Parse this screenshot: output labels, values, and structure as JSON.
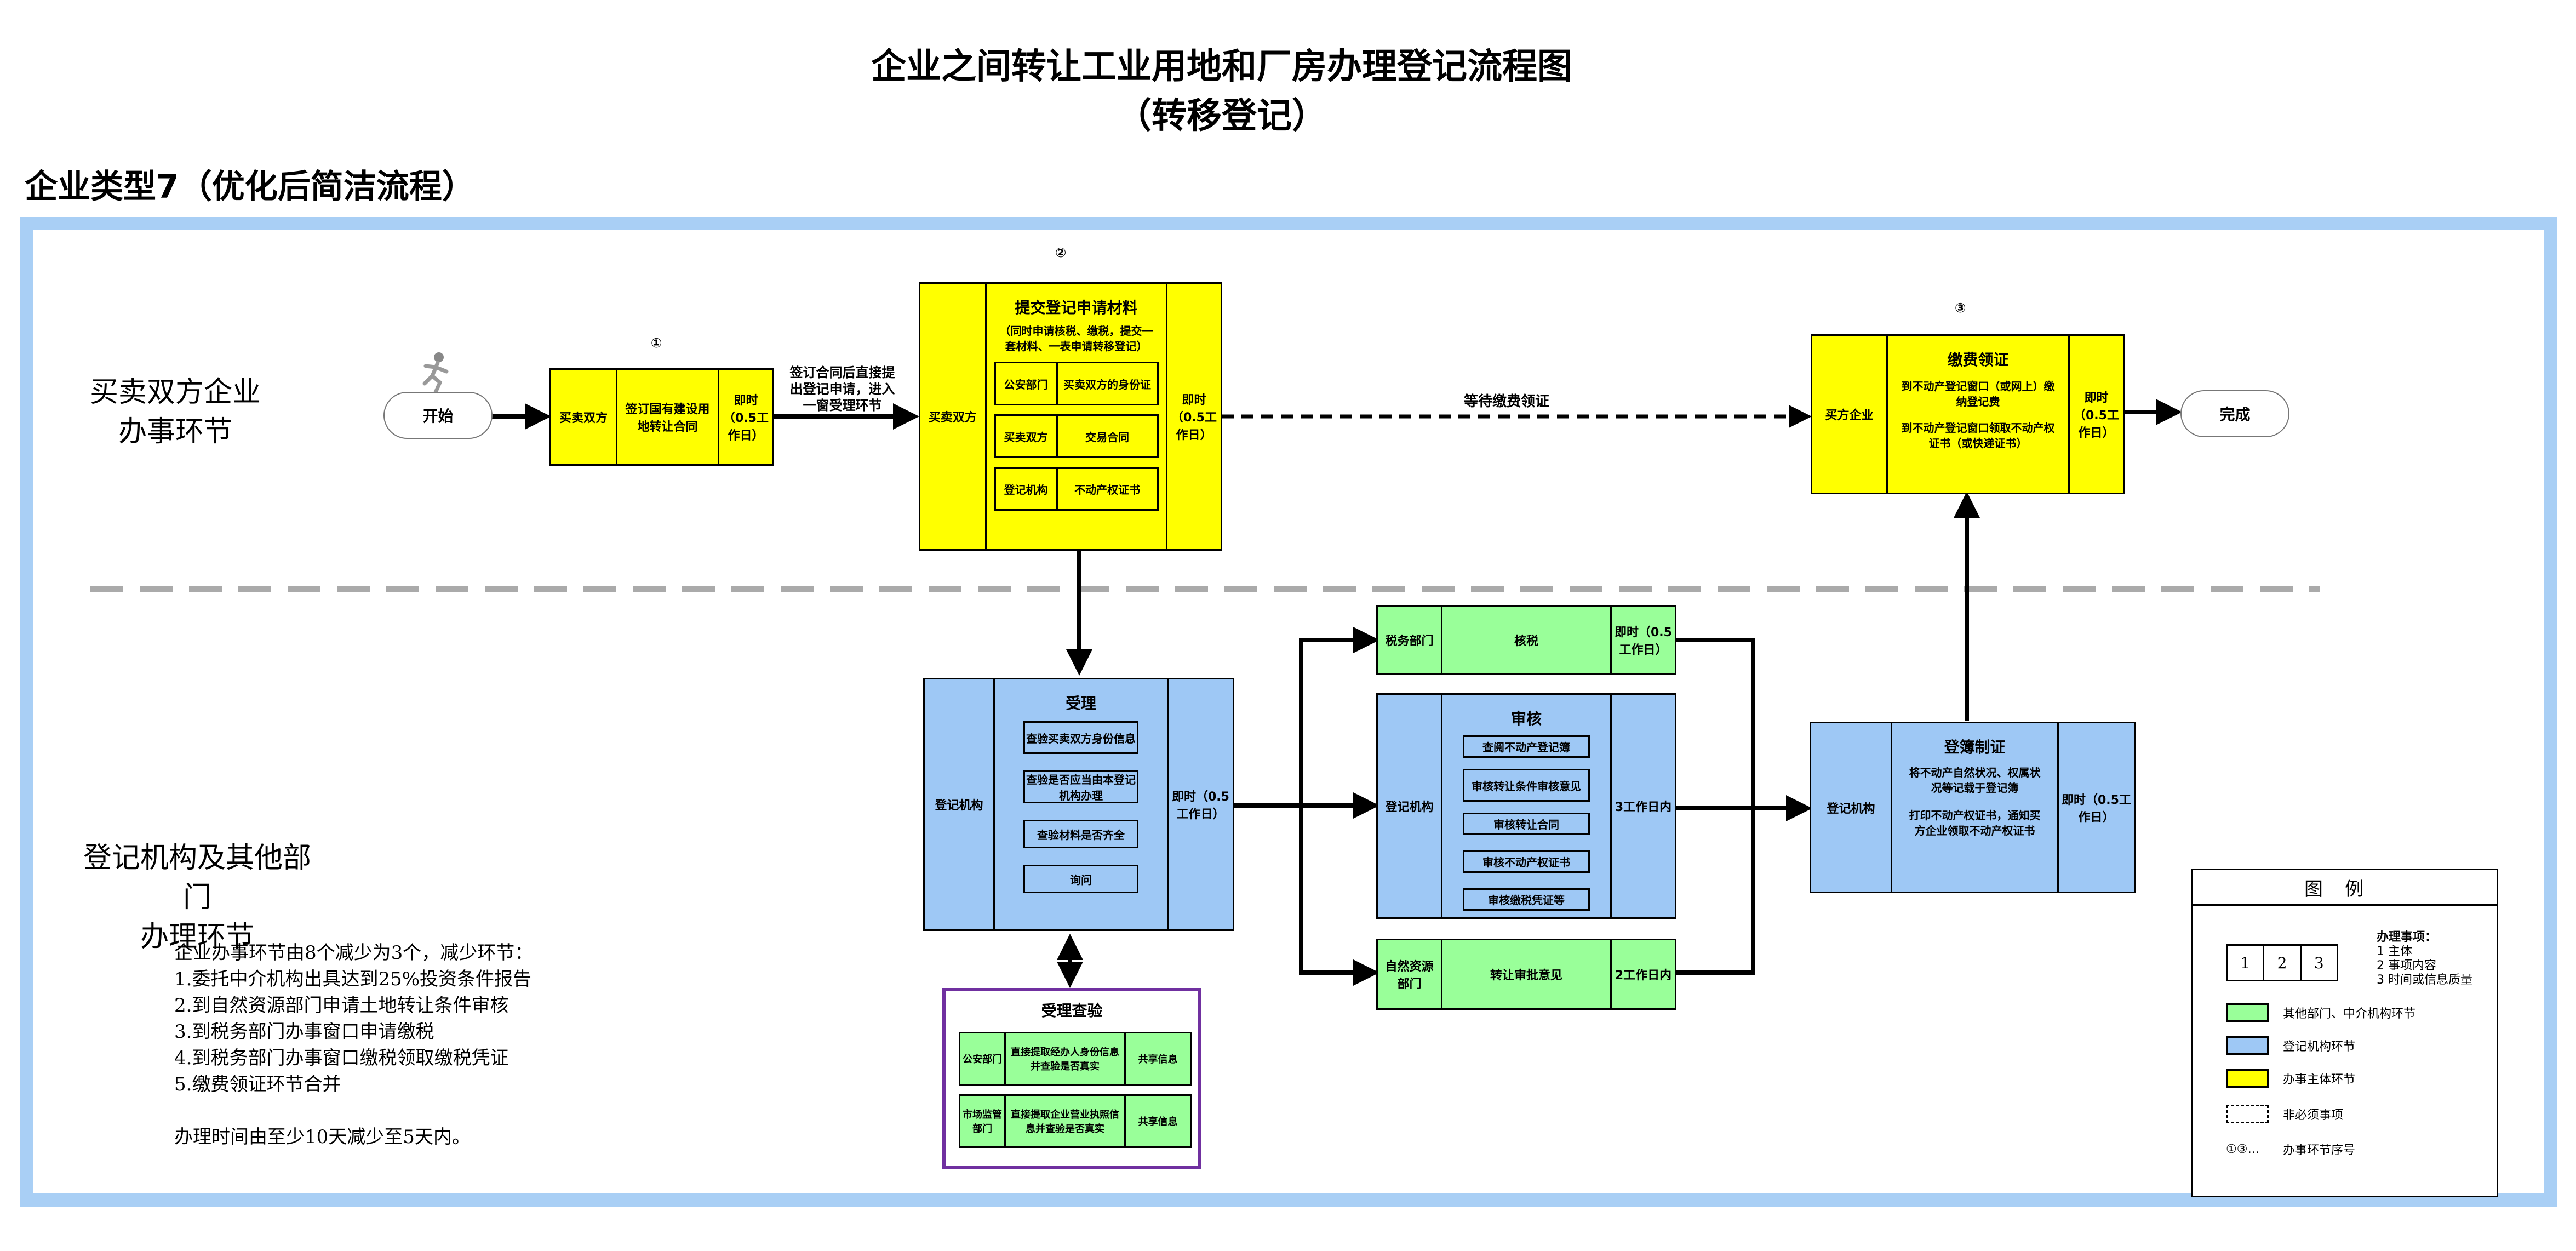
{
  "title": {
    "line1": "企业之间转让工业用地和厂房办理登记流程图",
    "line2": "（转移登记）"
  },
  "section_title": "企业类型7（优化后简洁流程）",
  "lanes": {
    "top_line1": "买卖双方企业",
    "top_line2": "办事环节",
    "bottom_line1": "登记机构及其他部门",
    "bottom_line2": "办理环节"
  },
  "start_label": "开始",
  "end_label": "完成",
  "step1": {
    "num": "①",
    "subject": "买卖双方",
    "content": "签订国有建设用地转让合同",
    "time": "即时（0.5工作日）"
  },
  "arrow1_label": "签订合同后直接提出登记申请，进入一窗受理环节",
  "step2": {
    "num": "②",
    "subject": "买卖双方",
    "title": "提交登记申请材料",
    "subtitle": "（同时申请核税、缴税，提交一套材料、一表申请转移登记）",
    "items": [
      {
        "a": "公安部门",
        "b": "买卖双方的身份证"
      },
      {
        "a": "买卖双方",
        "b": "交易合同"
      },
      {
        "a": "登记机构",
        "b": "不动产权证书"
      }
    ],
    "time": "即时（0.5工作日）"
  },
  "wait_label": "等待缴费领证",
  "step3": {
    "num": "③",
    "subject": "买方企业",
    "title": "缴费领证",
    "line1": "到不动产登记窗口（或网上）缴纳登记费",
    "line2": "到不动产登记窗口领取不动产权证书（或快递证书）",
    "time": "即时（0.5工作日）"
  },
  "accept": {
    "subject": "登记机构",
    "title": "受理",
    "items": [
      "查验买卖双方身份信息",
      "查验是否应当由本登记机构办理",
      "查验材料是否齐全",
      "询问"
    ],
    "time": "即时（0.5工作日）"
  },
  "check": {
    "title": "受理查验",
    "rows": [
      {
        "a": "公安部门",
        "b": "直接提取经办人身份信息并查验是否真实",
        "c": "共享信息"
      },
      {
        "a": "市场监管部门",
        "b": "直接提取企业营业执照信息并查验是否真实",
        "c": "共享信息"
      }
    ]
  },
  "tax": {
    "subject": "税务部门",
    "content": "核税",
    "time": "即时（0.5工作日）"
  },
  "review": {
    "subject": "登记机构",
    "title": "审核",
    "items": [
      "查阅不动产登记簿",
      "审核转让条件审核意见",
      "审核转让合同",
      "审核不动产权证书",
      "审核缴税凭证等"
    ],
    "time": "3工作日内"
  },
  "natural": {
    "subject": "自然资源部门",
    "content": "转让审批意见",
    "time": "2工作日内"
  },
  "register": {
    "subject": "登记机构",
    "title": "登簿制证",
    "line1": "将不动产自然状况、权属状况等记载于登记簿",
    "line2": "打印不动产权证书，通知买方企业领取不动产权证书",
    "time": "即时（0.5工作日）"
  },
  "notes": [
    "企业办事环节由8个减少为3个，减少环节：",
    "1.委托中介机构出具达到25%投资条件报告",
    "2.到自然资源部门申请土地转让条件审核",
    "3.到税务部门办事窗口申请缴税",
    "4.到税务部门办事窗口缴税领取缴税凭证",
    "5.缴费领证环节合并",
    "",
    "办理时间由至少10天减少至5天内。"
  ],
  "legend": {
    "title": "图例",
    "cells": [
      "1",
      "2",
      "3"
    ],
    "heading": "办理事项：",
    "items_text": [
      "1 主体",
      "2 事项内容",
      "3 时间或信息质量"
    ],
    "green": "其他部门、中介机构环节",
    "blue": "登记机构环节",
    "yellow": "办事主体环节",
    "dashed": "非必须事项",
    "seq_symbol": "①③…",
    "seq": "办事环节序号"
  },
  "colors": {
    "yellow": "#ffff00",
    "blue": "#9ec8f5",
    "green": "#99ff99",
    "frame": "#a9cff5",
    "check_border": "#7030a0"
  }
}
